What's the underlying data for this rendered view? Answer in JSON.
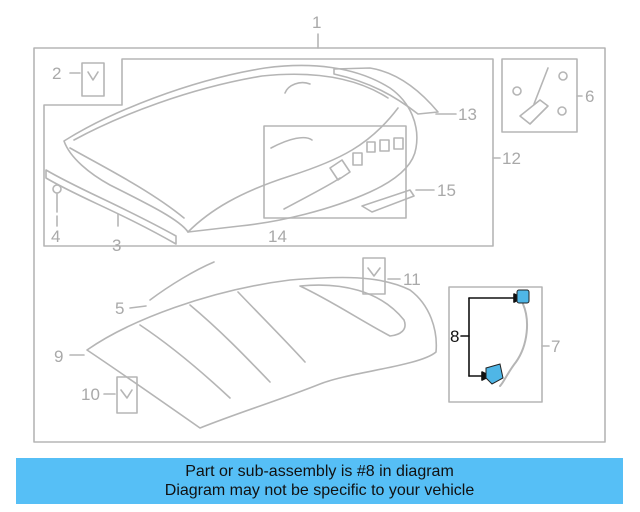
{
  "callouts": {
    "c1": "1",
    "c2": "2",
    "c3": "3",
    "c4": "4",
    "c5": "5",
    "c6": "6",
    "c7": "7",
    "c8": "8",
    "c9": "9",
    "c10": "10",
    "c11": "11",
    "c12": "12",
    "c13": "13",
    "c14": "14",
    "c15": "15"
  },
  "highlight_color": "#4fb6e6",
  "caption": {
    "line1": "Part or sub-assembly is #8 in diagram",
    "line2": "Diagram may not be specific to your vehicle",
    "background": "#56bff6"
  }
}
